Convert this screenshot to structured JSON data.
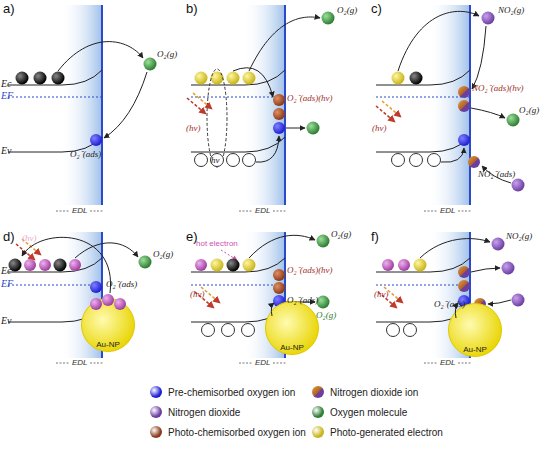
{
  "diagram": {
    "nodes": [
      {
        "text": [
          "Au-NP"
        ]
      },
      {
        "text": [
          "Au-NP"
        ]
      },
      {
        "text": [
          "Au-NP"
        ]
      }
    ],
    "labels": [
      "a)",
      "Ec",
      "EF",
      "Ev",
      "O₂(g)",
      "O₂⁻(ads)",
      "EDL",
      "b)",
      "O₂(g)",
      "O₂⁻(ads)(hν)",
      "(hν)",
      "hν",
      "EDL",
      "c)",
      "NO₂(g)",
      "NO₂⁻(ads)(hν)",
      "O₂(g)",
      "NO₂⁻(ads)",
      "(hν)",
      "EDL",
      "d)",
      "(hν)",
      "Ec",
      "EF",
      "Ev",
      "O₂(g)",
      "O₂⁻(ads)",
      "EDL",
      "e)",
      "hot electron",
      "(hν)",
      "O₂(g)",
      "O₂⁻(ads)(hν)",
      "O₂⁻(ads)",
      "O₂(g)",
      "EDL",
      "f)",
      "NO₂(g)",
      "(hν)",
      "O₂⁻(ads)",
      "EDL"
    ],
    "legend": [
      {
        "text": "Pre-chemisorbed oxygen ion",
        "color": "#1f1fd6"
      },
      {
        "text": "Nitrogen dioxide ion"
      },
      {
        "text": "Nitrogen dioxide",
        "color": "#6b3fa0"
      },
      {
        "text": "Oxygen molecule",
        "color": "#2e7d32"
      },
      {
        "text": "Photo-chemisorbed oxygen ion",
        "color": "#8b3a1a"
      },
      {
        "text": "Photo-generated electron",
        "color": "#c9b51a"
      }
    ]
  }
}
